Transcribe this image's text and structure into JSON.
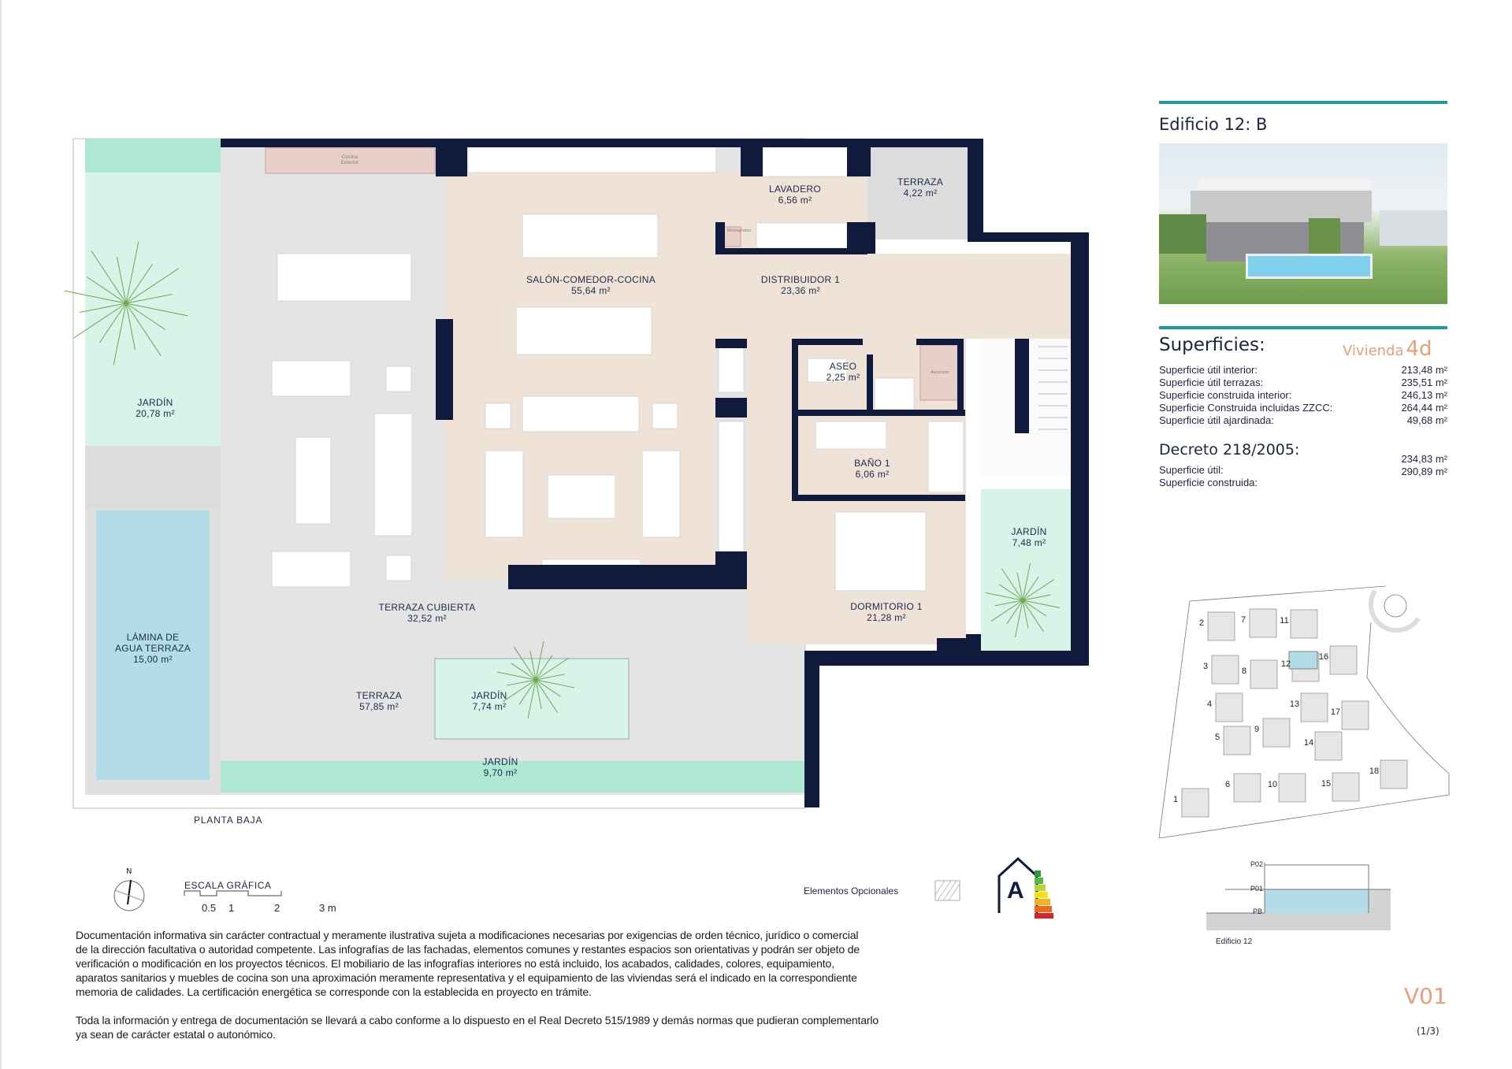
{
  "colors": {
    "navy_wall": "#101a3d",
    "teal_rule": "#1d9a9a",
    "accent_orange": "#e8a07a",
    "interior": "#efe3d8",
    "terrace": "#e4e4e4",
    "garden": "#d8f3e8",
    "garden_strong": "#aee8d3",
    "water": "#b3dde6"
  },
  "plan": {
    "rooms": [
      {
        "name": "LAVADERO",
        "area": "6,56 m²"
      },
      {
        "name": "TERRAZA",
        "area": "4,22 m²"
      },
      {
        "name": "SALÓN-COMEDOR-COCINA",
        "area": "55,64 m²"
      },
      {
        "name": "DISTRIBUIDOR 1",
        "area": "23,36 m²"
      },
      {
        "name": "ASEO",
        "area": "2,25 m²"
      },
      {
        "name": "BAÑO 1",
        "area": "6,06 m²"
      },
      {
        "name": "DORMITORIO 1",
        "area": "21,28 m²"
      },
      {
        "name": "JARDÍN",
        "area": "7,48 m²"
      },
      {
        "name": "JARDÍN",
        "area": "20,78 m²"
      },
      {
        "name": "LÁMINA DE",
        "name2": "AGUA TERRAZA",
        "area": "15,00 m²"
      },
      {
        "name": "TERRAZA CUBIERTA",
        "area": "32,52 m²"
      },
      {
        "name": "TERRAZA",
        "area": "57,85 m²"
      },
      {
        "name": "JARDÍN",
        "area": "7,74 m²"
      },
      {
        "name": "JARDÍN",
        "area": "9,70 m²"
      }
    ],
    "floor_label": "PLANTA BAJA",
    "small_labels": {
      "cocina_exterior": "Cocina Exterior",
      "montaplatos": "Montaplatos",
      "ascensor": "Ascensor"
    }
  },
  "panel": {
    "building_title": "Edificio 12: B",
    "surfaces_title": "Superficies:",
    "dwelling_prefix": "Vivienda",
    "dwelling_code": "4d",
    "surfaces": [
      {
        "label": "Superficie útil interior:",
        "value": "213,48 m²"
      },
      {
        "label": "Superficie útil terrazas:",
        "value": "235,51 m²"
      },
      {
        "label": "Superficie construida interior:",
        "value": "246,13 m²"
      },
      {
        "label": "Superficie Construida incluidas ZZCC:",
        "value": "264,44 m²"
      },
      {
        "label": "Superficie útil ajardinada:",
        "value": "49,68 m²"
      }
    ],
    "decree_title": "Decreto 218/2005:",
    "decree_values": [
      "234,83 m²",
      "290,89 m²"
    ],
    "decree_labels": [
      "Superficie útil:",
      "Superficie construida:"
    ],
    "site_numbers": [
      "2",
      "7",
      "11",
      "3",
      "8",
      "12",
      "16",
      "4",
      "13",
      "17",
      "9",
      "5",
      "14",
      "18",
      "6",
      "10",
      "15",
      "1"
    ],
    "section_levels": [
      "P02",
      "P01",
      "PB"
    ],
    "section_caption": "Edificio 12",
    "version": "V01",
    "page": "(1/3)"
  },
  "legend": {
    "north": "N",
    "scale_title": "ESCALA GRÁFICA",
    "scale_ticks": [
      "0.5",
      "1",
      "2",
      "3 m"
    ],
    "optional_elements": "Elementos Opcionales",
    "energy_rating": "A"
  },
  "disclaimer": {
    "paragraph1": [
      "Documentación informativa sin carácter contractual y meramente ilustrativa sujeta a modificaciones necesarias por exigencias de orden técnico, jurídico o comercial",
      "de la dirección facultativa o autoridad competente. Las infografías de las fachadas, elementos comunes y restantes espacios son orientativas y podrán ser objeto de",
      "verificación o modificación en los proyectos técnicos. El mobiliario de las infografías interiores no está incluido, los acabados, calidades, colores, equipamiento,",
      "aparatos sanitarios y muebles de cocina son una aproximación meramente representativa y el equipamiento de las viviendas será el indicado en la correspondiente",
      "memoria de calidades. La certificación energética se corresponde con la establecida en proyecto en trámite."
    ],
    "paragraph2": [
      "Toda la información y entrega de documentación se llevará a cabo conforme a lo dispuesto en el Real Decreto 515/1989 y demás normas que pudieran complementarlo",
      "ya sean de carácter estatal o autonómico."
    ]
  }
}
